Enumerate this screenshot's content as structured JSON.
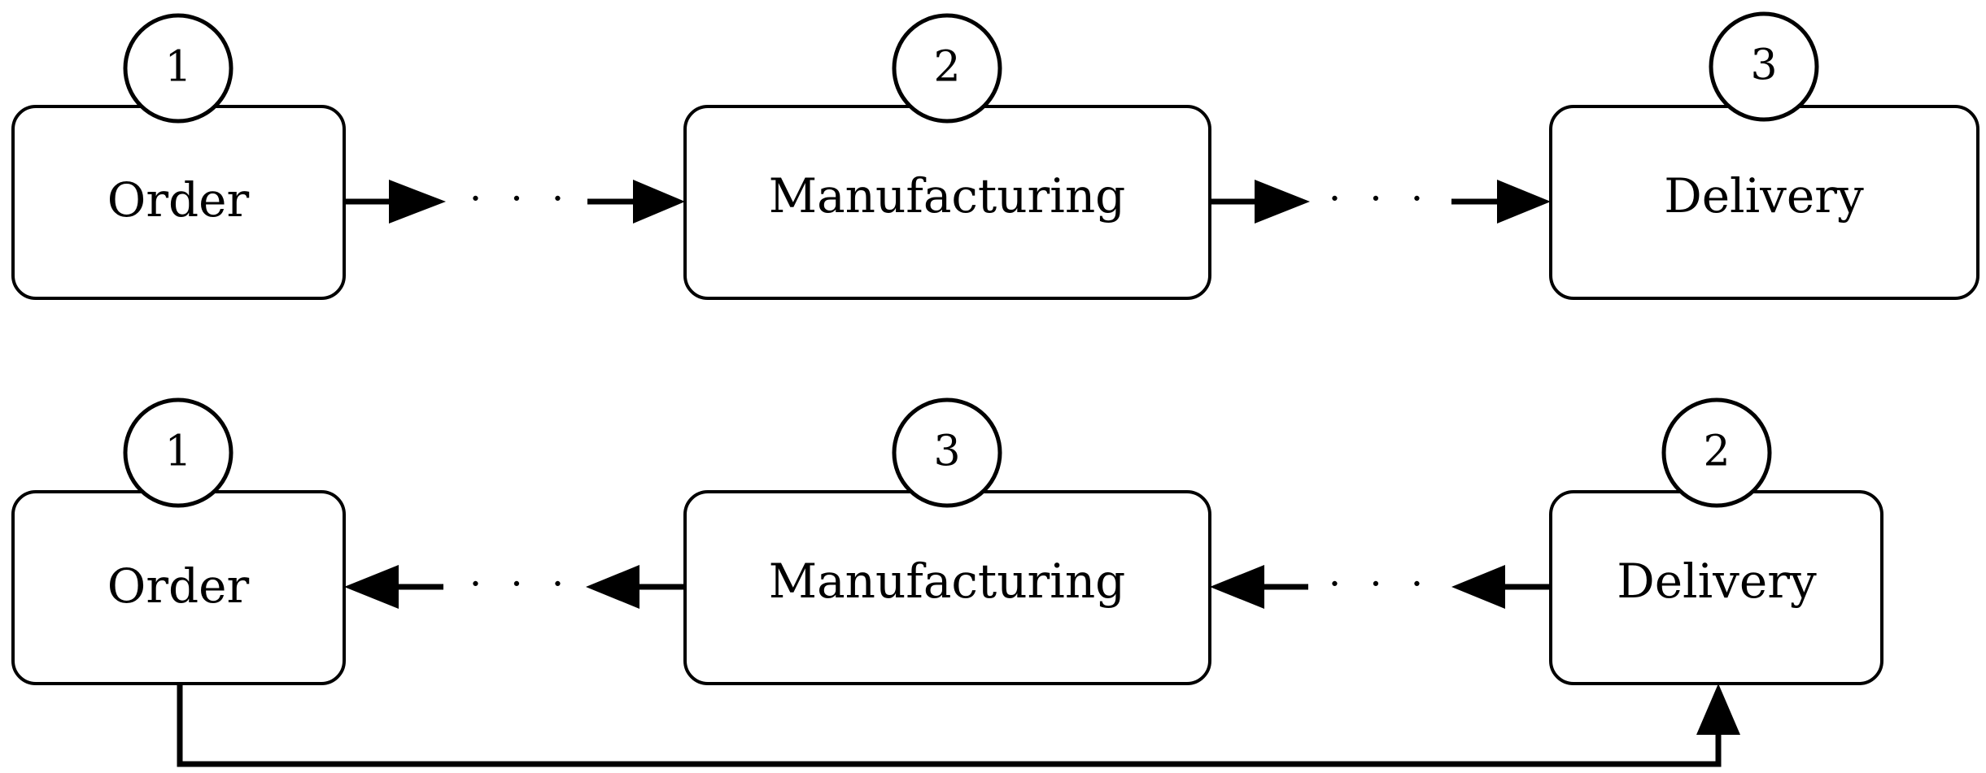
{
  "rows": [
    {
      "direction": "forward",
      "boxes": [
        {
          "label": "Order",
          "badge": "1"
        },
        {
          "label": "Manufacturing",
          "badge": "2"
        },
        {
          "label": "Delivery",
          "badge": "3"
        }
      ],
      "gap_labels": [
        "· · ·",
        "· · ·"
      ]
    },
    {
      "direction": "backward",
      "boxes": [
        {
          "label": "Order",
          "badge": "1"
        },
        {
          "label": "Manufacturing",
          "badge": "3"
        },
        {
          "label": "Delivery",
          "badge": "2"
        }
      ],
      "gap_labels": [
        "· · ·",
        "· · ·"
      ]
    }
  ],
  "colors": {
    "stroke": "#000000",
    "fill": "#ffffff"
  }
}
